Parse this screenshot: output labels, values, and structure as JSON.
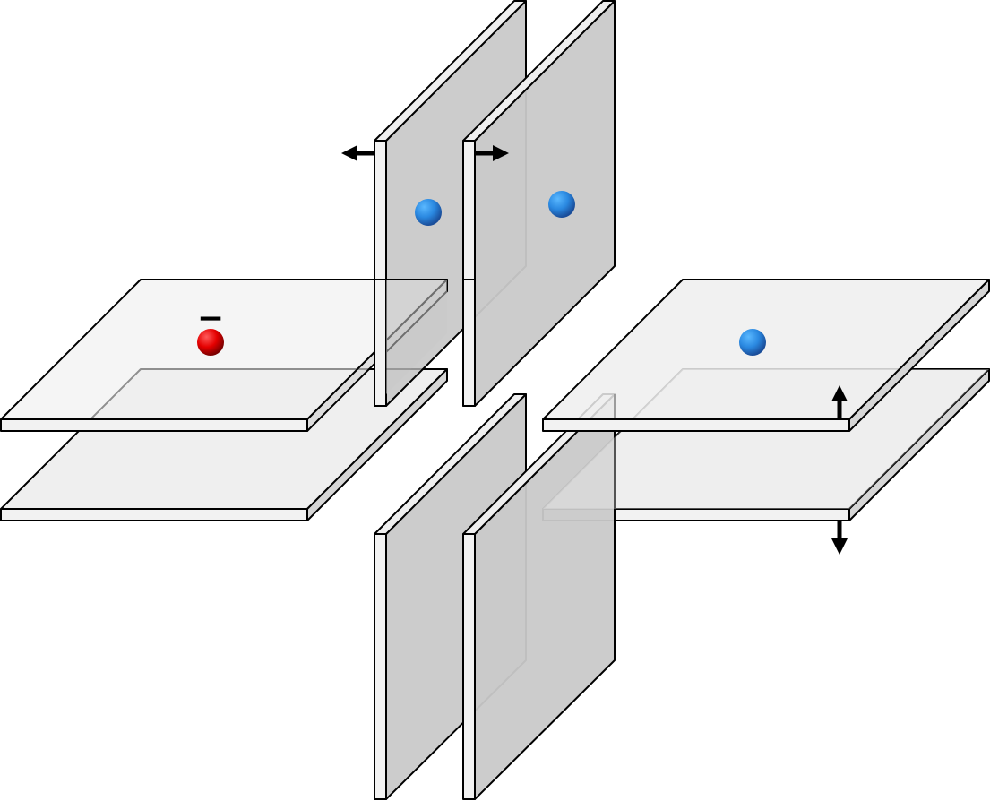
{
  "diagram": {
    "charge_labels": {
      "negative": "−"
    },
    "colors": {
      "background": "#ffffff",
      "plate_top_face": "#efefef",
      "plate_front_edge": "#f2f2f2",
      "plate_side_edge": "#d6d6d6",
      "vertical_plate_face": "#c9c9c9",
      "outline": "#000000",
      "negative_charge": "#e80000",
      "positive_particle": "#2f8fe6",
      "arrow": "#000000"
    },
    "elements": {
      "horizontal_plate_pairs": 2,
      "vertical_plate_pairs": 2,
      "blue_particles": 3,
      "red_particles": 1,
      "arrows": 4
    },
    "arrow_directions": [
      "left",
      "right",
      "up",
      "down"
    ]
  }
}
